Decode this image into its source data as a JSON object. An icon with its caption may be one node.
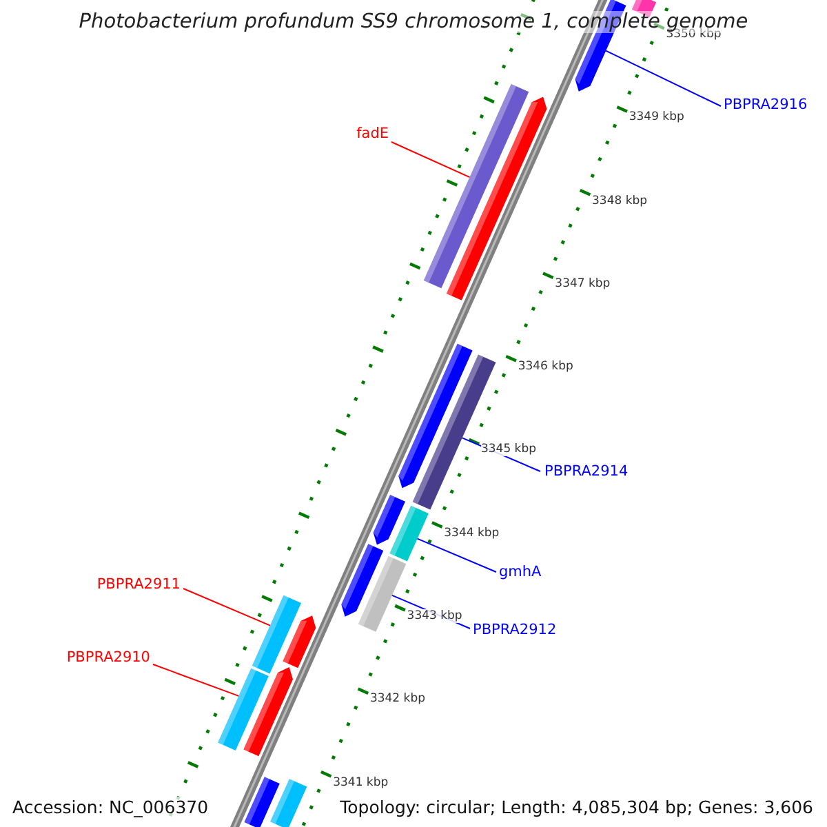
{
  "diagram": {
    "title": "Photobacterium profundum SS9 chromosome 1, complete genome",
    "nodes": [
      {
        "text": [
          "PBPRA2916"
        ]
      },
      {
        "text": [
          "fadE"
        ]
      },
      {
        "text": [
          "PBPRA2914"
        ]
      },
      {
        "text": [
          "gmhA"
        ]
      },
      {
        "text": [
          "PBPRA2911"
        ]
      },
      {
        "text": [
          "PBPRA2912"
        ]
      },
      {
        "text": [
          "PBPRA2910"
        ]
      },
      {
        "text": [],
        "shape": "bar"
      },
      {
        "text": [],
        "shape": "bar"
      },
      {
        "text": [],
        "shape": "bar"
      },
      {
        "text": [],
        "shape": "bar"
      },
      {
        "text": [],
        "shape": "bar"
      },
      {
        "text": [],
        "shape": "bar"
      },
      {
        "text": [],
        "shape": "bar"
      },
      {
        "text": [],
        "shape": "bar"
      },
      {
        "text": [],
        "shape": "bar"
      },
      {
        "text": [],
        "shape": "bar"
      },
      {
        "text": [],
        "shape": "bar"
      },
      {
        "text": [],
        "shape": "bar"
      },
      {
        "text": [],
        "shape": "bar"
      },
      {
        "text": [],
        "shape": "bar"
      },
      {
        "text": [],
        "shape": "bar"
      },
      {
        "text": [],
        "shape": "bar"
      }
    ],
    "edges": [
      {
        "from": 0,
        "to": 7,
        "arrow": "none"
      },
      {
        "from": 1,
        "to": 9,
        "arrow": "none",
        "color": "#ff0000"
      },
      {
        "from": 2,
        "to": 12,
        "arrow": "none"
      },
      {
        "from": 3,
        "to": 14,
        "arrow": "none"
      },
      {
        "from": 4,
        "to": 17,
        "arrow": "none",
        "color": "#ff0000"
      },
      {
        "from": 5,
        "to": 16,
        "arrow": "none"
      },
      {
        "from": 6,
        "to": 20,
        "arrow": "none",
        "color": "#ff0000"
      }
    ],
    "labels": [
      "3350 kbp",
      "3349 kbp",
      "3348 kbp",
      "3347 kbp",
      "3346 kbp",
      "3345 kbp",
      "3344 kbp",
      "3343 kbp",
      "3342 kbp",
      "3341 kbp",
      "Accession: NC_006370",
      "Topology: circular; Length: 4,085,304 bp; Genes: 3,606"
    ]
  }
}
